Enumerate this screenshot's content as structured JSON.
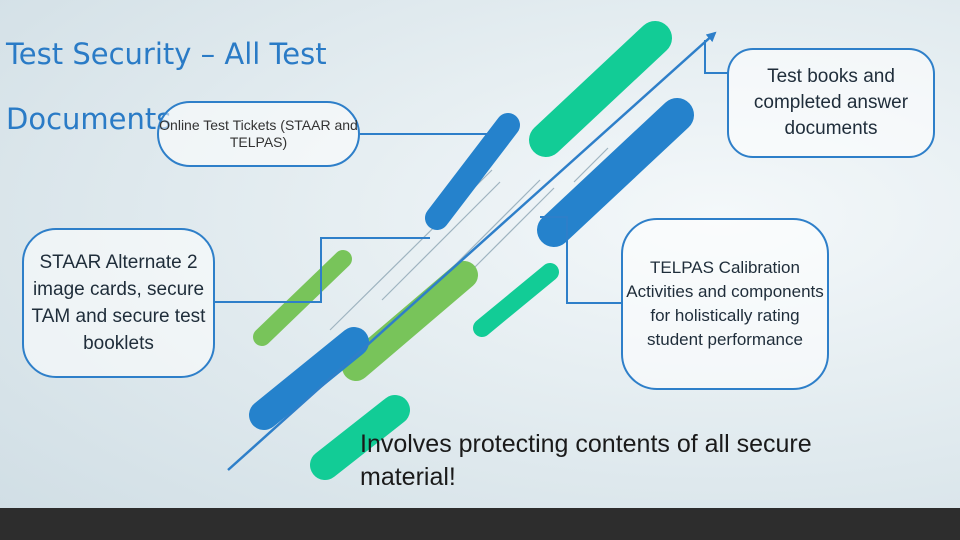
{
  "slide": {
    "title": "Test Security – All Test Documents",
    "callouts": {
      "online_tickets": "Online Test Tickets (STAAR and TELPAS)",
      "test_books": "Test books and completed answer documents",
      "staar_alternate": "STAAR Alternate 2 image cards, secure TAM and secure test booklets",
      "telpas": "TELPAS Calibration Activities and components for holistically rating student performance"
    },
    "footer_text": "Involves protecting contents of all secure material!"
  },
  "colors": {
    "accent_blue": "#2e7fc9",
    "teal": "#12cc96",
    "green": "#78c45a",
    "bottom_bar": "#2d2d2d"
  }
}
